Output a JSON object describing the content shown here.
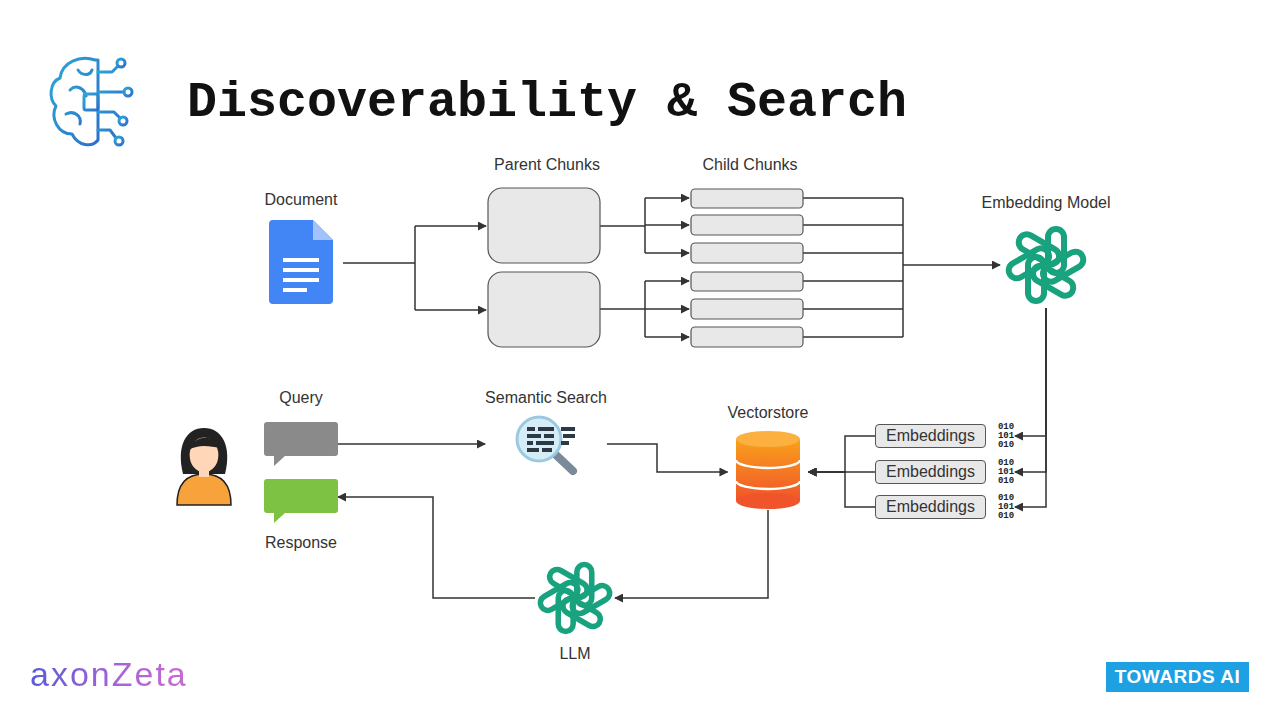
{
  "diagram": {
    "title": "Discoverability & Search",
    "nodes": [
      {
        "text": [
          "Document"
        ]
      },
      {
        "text": [
          "Embedding Model"
        ]
      },
      {
        "text": [
          "Query"
        ]
      },
      {
        "text": [
          "Semantic Search"
        ]
      },
      {
        "text": [
          "Vectorstore"
        ]
      },
      {
        "text": [
          "Embeddings",
          "010 101 010"
        ]
      },
      {
        "text": [
          "Embeddings",
          "010 101 010"
        ]
      },
      {
        "text": [
          "Embeddings",
          "010 101 010"
        ]
      },
      {
        "text": [
          "Response"
        ]
      },
      {
        "text": [
          "LLM"
        ]
      }
    ],
    "edges": [
      {
        "from": 1,
        "to": 5,
        "arrow": "to"
      },
      {
        "from": 1,
        "to": 6,
        "arrow": "to"
      },
      {
        "from": 1,
        "to": 7,
        "arrow": "to"
      },
      {
        "from": 5,
        "to": 4,
        "arrow": "to"
      },
      {
        "from": 6,
        "to": 4,
        "arrow": "to"
      },
      {
        "from": 7,
        "to": 4,
        "arrow": "to"
      },
      {
        "from": 2,
        "to": 3,
        "arrow": "to"
      },
      {
        "from": 3,
        "to": 4,
        "arrow": "to"
      },
      {
        "from": 4,
        "to": 9,
        "arrow": "to"
      },
      {
        "from": 9,
        "to": 8,
        "arrow": "to"
      }
    ],
    "labels": [
      "Parent Chunks",
      "Child Chunks",
      "axonZeta",
      "TOWARDS AI"
    ]
  }
}
